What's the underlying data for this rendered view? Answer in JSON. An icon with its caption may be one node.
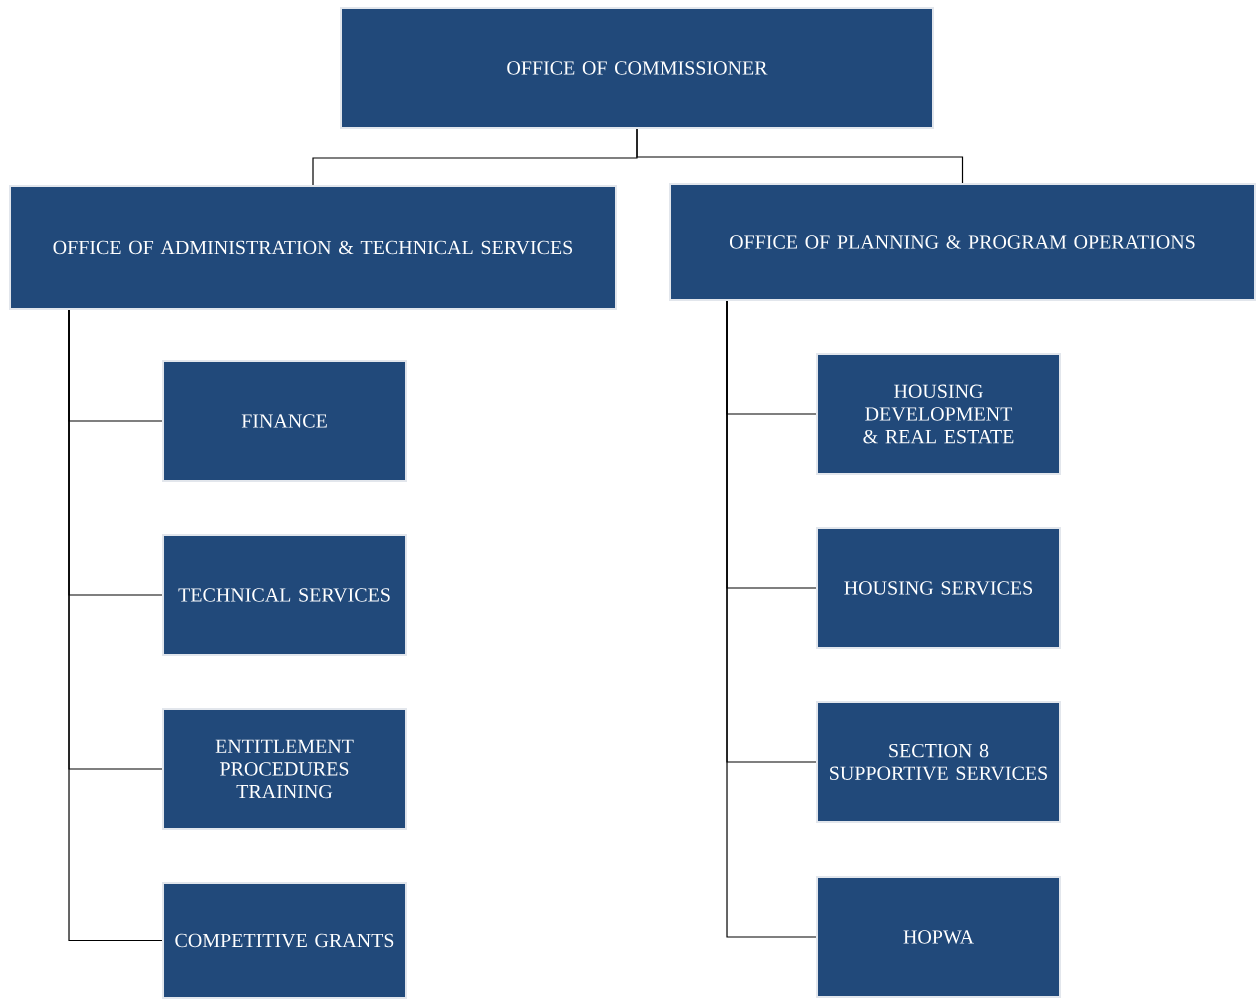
{
  "diagram": {
    "nodes": [
      {
        "text": [
          "OFFICE OF COMMISSIONER"
        ]
      },
      {
        "text": [
          "OFFICE OF ADMINISTRATION & TECHNICAL SERVICES"
        ]
      },
      {
        "text": [
          "OFFICE OF PLANNING & PROGRAM OPERATIONS"
        ]
      },
      {
        "text": [
          "FINANCE"
        ]
      },
      {
        "text": [
          "TECHNICAL SERVICES"
        ]
      },
      {
        "text": [
          "ENTITLEMENT PROCEDURES TRAINING"
        ]
      },
      {
        "text": [
          "COMPETITIVE GRANTS"
        ]
      },
      {
        "text": [
          "HOUSING DEVELOPMENT & REAL ESTATE"
        ]
      },
      {
        "text": [
          "HOUSING SERVICES"
        ]
      },
      {
        "text": [
          "SECTION 8 SUPPORTIVE SERVICES"
        ]
      },
      {
        "text": [
          "HOPWA"
        ]
      }
    ],
    "edges": [
      {
        "from": 0,
        "to": 1,
        "arrow": "none"
      },
      {
        "from": 0,
        "to": 2,
        "arrow": "none"
      },
      {
        "from": 1,
        "to": 3,
        "arrow": "none"
      },
      {
        "from": 1,
        "to": 4,
        "arrow": "none"
      },
      {
        "from": 1,
        "to": 5,
        "arrow": "none"
      },
      {
        "from": 1,
        "to": 6,
        "arrow": "none"
      },
      {
        "from": 2,
        "to": 7,
        "arrow": "none"
      },
      {
        "from": 2,
        "to": 8,
        "arrow": "none"
      },
      {
        "from": 2,
        "to": 9,
        "arrow": "none"
      },
      {
        "from": 2,
        "to": 10,
        "arrow": "none"
      }
    ]
  }
}
